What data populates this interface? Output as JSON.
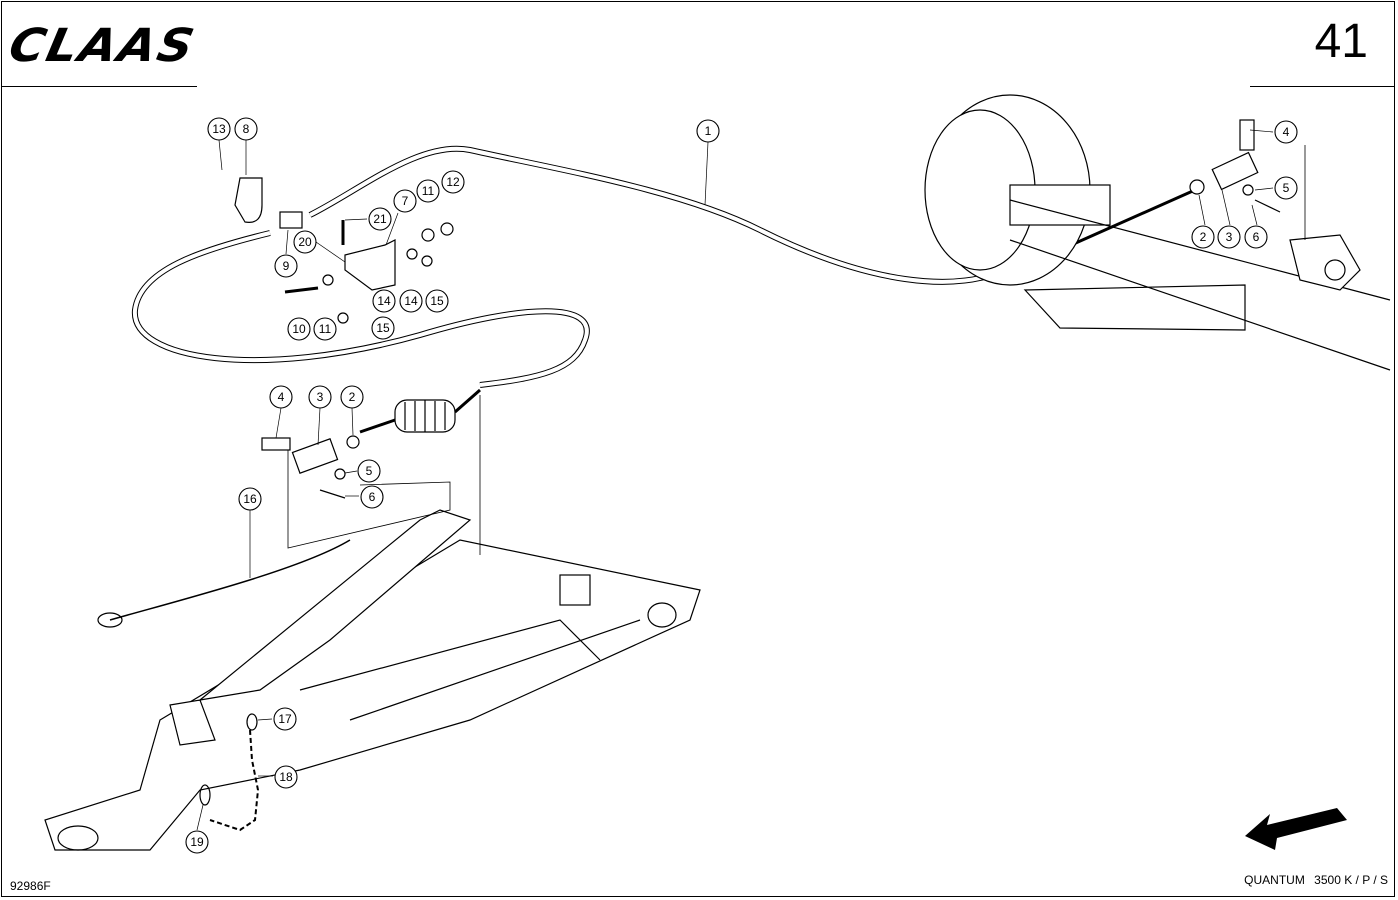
{
  "header": {
    "brand": "CLAAS",
    "page_number": "41"
  },
  "footer": {
    "drawing_id": "92986F",
    "model": "QUANTUM",
    "variant": "3500 K / P / S"
  },
  "callouts": [
    "1",
    "2",
    "3",
    "4",
    "5",
    "6",
    "2",
    "3",
    "4",
    "5",
    "6",
    "7",
    "8",
    "9",
    "10",
    "11",
    "11",
    "12",
    "13",
    "14",
    "14",
    "15",
    "15",
    "16",
    "17",
    "18",
    "19",
    "20",
    "21"
  ],
  "icons": {
    "direction": "direction-arrow-icon"
  }
}
